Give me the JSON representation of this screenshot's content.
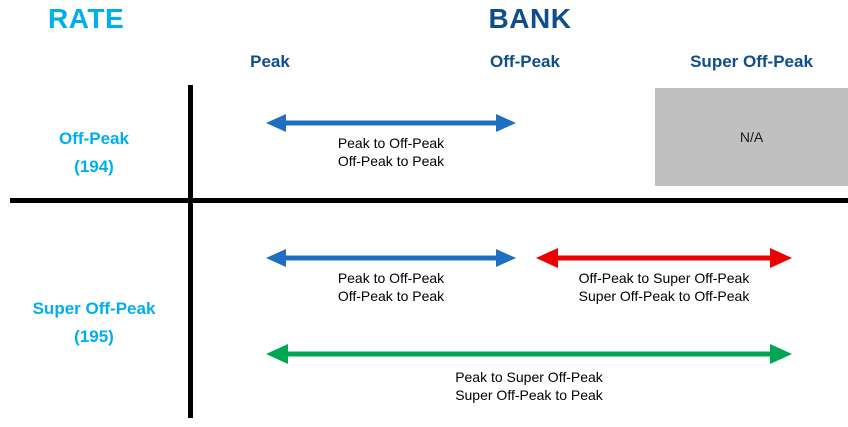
{
  "titles": {
    "left_axis": "RATE",
    "top_axis": "BANK"
  },
  "colors": {
    "rate_title": "#00AEEF",
    "bank_title": "#104E8B",
    "column_header": "#104E8B",
    "row_label": "#00AEEF",
    "arrow_blue": "#1F6FC0",
    "arrow_red": "#EE0000",
    "arrow_green": "#00A651",
    "na_box_fill": "#C0C0C0",
    "rule": "#000000",
    "caption_text": "#000000",
    "background": "#FFFFFF"
  },
  "columns": [
    {
      "label": "Peak"
    },
    {
      "label": "Off-Peak"
    },
    {
      "label": "Super Off-Peak"
    }
  ],
  "rows": [
    {
      "label": "Off-Peak",
      "code": "(194)"
    },
    {
      "label": "Super Off-Peak",
      "code": "(195)"
    }
  ],
  "na_cell": {
    "text": "N/A"
  },
  "arrows": [
    {
      "id": "row1-peak-offpeak",
      "color": "#1F6FC0",
      "direction": "double",
      "caption_line1": "Peak to Off-Peak",
      "caption_line2": "Off-Peak to Peak"
    },
    {
      "id": "row2-peak-offpeak",
      "color": "#1F6FC0",
      "direction": "double",
      "caption_line1": "Peak to Off-Peak",
      "caption_line2": "Off-Peak to Peak"
    },
    {
      "id": "row2-offpeak-superoffpeak",
      "color": "#EE0000",
      "direction": "double",
      "caption_line1": "Off-Peak to Super Off-Peak",
      "caption_line2": "Super Off-Peak to Off-Peak"
    },
    {
      "id": "row2-peak-superoffpeak",
      "color": "#00A651",
      "direction": "double",
      "caption_line1": "Peak to Super Off-Peak",
      "caption_line2": "Super Off-Peak to Peak"
    }
  ]
}
